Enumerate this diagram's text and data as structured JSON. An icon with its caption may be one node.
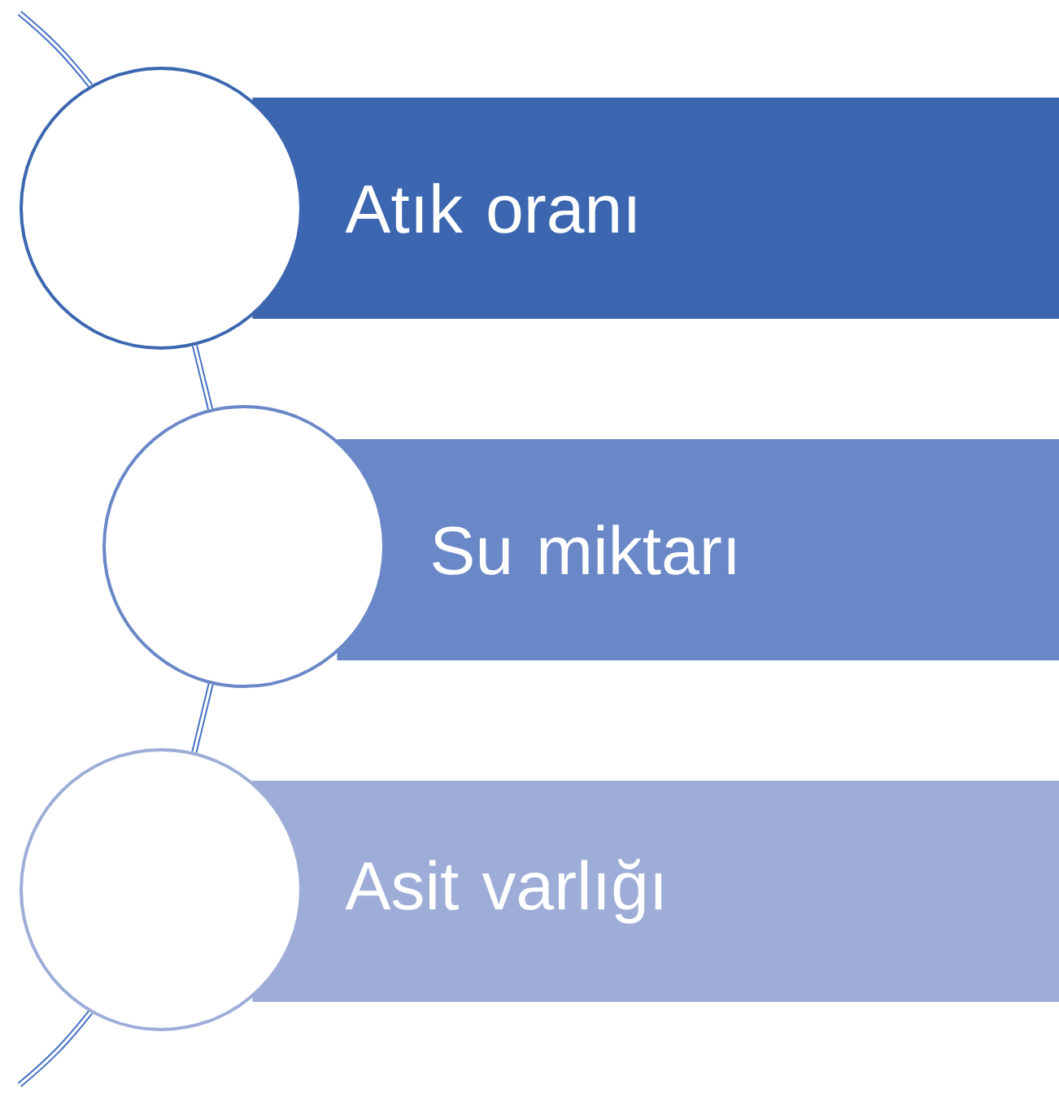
{
  "diagram": {
    "nodes": [
      {
        "text": [
          "Atık oranı"
        ]
      },
      {
        "text": [
          "Su miktarı"
        ]
      },
      {
        "text": [
          "Asit varlığı"
        ]
      },
      {
        "text": [],
        "shape": "circle"
      },
      {
        "text": [],
        "shape": "circle"
      },
      {
        "text": [],
        "shape": "circle"
      }
    ],
    "edges": [
      {
        "from": null,
        "to": 3,
        "arrow": "none"
      },
      {
        "from": 3,
        "to": 4,
        "arrow": "none"
      },
      {
        "from": 4,
        "to": 5,
        "arrow": "none"
      },
      {
        "from": 5,
        "to": null,
        "arrow": "none"
      }
    ]
  }
}
